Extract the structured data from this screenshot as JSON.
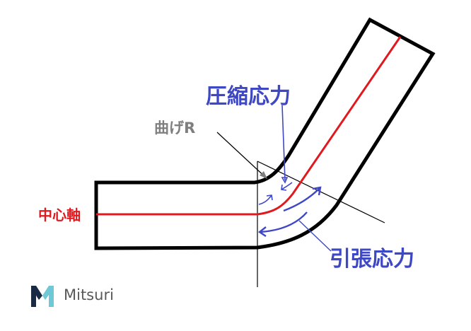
{
  "labels": {
    "center_axis": "中心軸",
    "bend_radius": "曲げR",
    "compressive_stress": "圧縮応力",
    "tensile_stress": "引張応力"
  },
  "logo": {
    "text": "Mitsuri",
    "icon": "mitsuri-m-logo"
  },
  "colors": {
    "outline": "#000000",
    "center_axis": "#e0191f",
    "stress": "#3f48c4",
    "bend_label": "#7f7f7f",
    "logo_text": "#595959",
    "logo_dark": "#1b2a44",
    "logo_light": "#6ec8d6"
  }
}
